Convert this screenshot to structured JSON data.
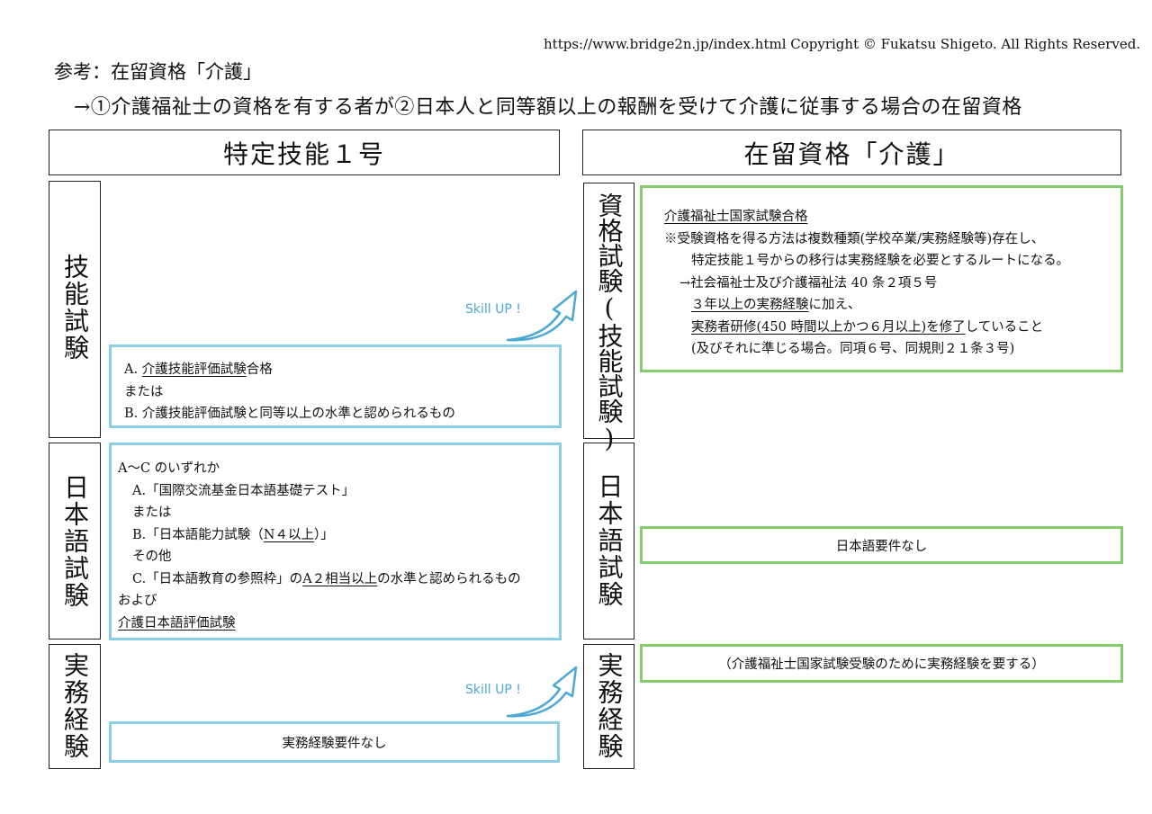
{
  "copyright": "https://www.bridge2n.jp/index.html Copyright © Fukatsu Shigeto. All Rights Reserved.",
  "reference": "参考：在留資格「介護」",
  "description": "→①介護福祉士の資格を有する者が②日本人と同等額以上の報酬を受けて介護に従事する場合の在留資格",
  "left_header": "特定技能１号",
  "right_header": "在留資格「介護」",
  "row_labels": {
    "skill": "技能試験",
    "japanese": "日本語試験",
    "practice": "実務経験"
  },
  "right_labels": {
    "qualification": "資格試験(技能試験)",
    "japanese": "日本語試験",
    "practice": "実務経験"
  },
  "skill_up": "Skill UP !",
  "skill_box": {
    "a_prefix": "A. ",
    "a_main": "介護技能評価試験",
    "a_suffix": "合格",
    "or": "または",
    "b": "B.  介護技能評価試験と同等以上の水準と認められるもの"
  },
  "japanese_box": {
    "intro": "A〜C のいずれか",
    "a": "A.「国際交流基金日本語基礎テスト」",
    "or1": "または",
    "b_prefix": "B.「日本語能力試験（",
    "b_main": "N４以上",
    "b_suffix": "）」",
    "other": "その他",
    "c_prefix": "C.「日本語教育の参照枠」の",
    "c_main": "A２相当以上",
    "c_suffix": "の水準と認められるもの",
    "and": "および",
    "last": "介護日本語評価試験"
  },
  "practice_box": "実務経験要件なし",
  "qual_box": {
    "line1": "介護福祉士国家試験合格",
    "line2": "※受験資格を得る方法は複数種類(学校卒業/実務経験等)存在し、",
    "line3": "特定技能１号からの移行は実務経験を必要とするルートになる。",
    "line4": "→社会福祉士及び介護福祉法 40 条２項５号",
    "line5_main": "３年以上の実務経験",
    "line5_suffix": "に加え、",
    "line6_main": "実務者研修(450 時間以上かつ６月以上)を修了",
    "line6_suffix": "していること",
    "line7": "(及びそれに準じる場合。同項６号、同規則２１条３号)"
  },
  "jp_none_box": "日本語要件なし",
  "practice_right_box": "（介護福祉士国家試験受験のために実務経験を要する）"
}
